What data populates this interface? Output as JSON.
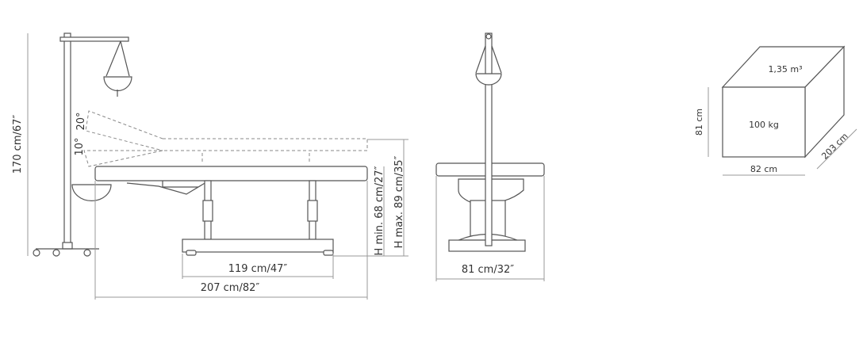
{
  "side_view": {
    "height_total": "170 cm/67″",
    "angle_low": "10°",
    "angle_high": "20°",
    "h_min": "H min. 68 cm/27″",
    "h_max": "H max. 89 cm/35″",
    "base_length": "119 cm/47″",
    "total_length": "207 cm/82″"
  },
  "end_view": {
    "width": "81 cm/32″"
  },
  "package": {
    "volume": "1,35 m³",
    "weight": "100 kg",
    "height": "81 cm",
    "width": "82 cm",
    "depth": "203 cm"
  }
}
